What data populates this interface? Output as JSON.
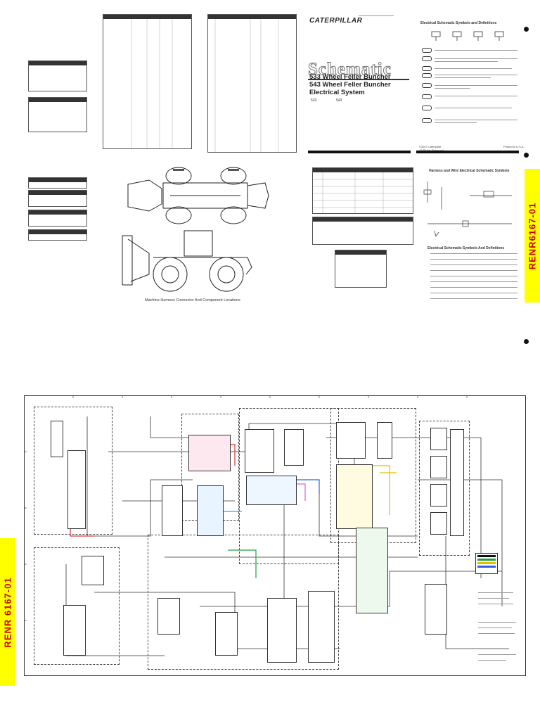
{
  "brand": "CATERPILLAR",
  "schematic_title": "Schematic",
  "machine_lines": [
    "533 Wheel Feller Buncher",
    "543 Wheel Feller Buncher",
    "Electrical System"
  ],
  "doc_number": "RENR6167-01",
  "side_tab_bottom": "RENR 6167-01",
  "symbols_heading": "Electrical Schematic Symbols and Definitions",
  "harness_heading": "Harness and Wire Electrical Schematic Symbols",
  "definitions_heading": "Electrical Schematic Symbols And Definitions",
  "locations_caption": "Machine Harness Connector And Component Locations",
  "copyright": "©2007 Caterpillar\nAll Rights Reserved",
  "printed": "Printed in U.S.A.",
  "serial_labels": [
    "533",
    "543"
  ],
  "colors": {
    "tab_yellow": "#ffff00",
    "tab_text": "#cc0000",
    "wire_red": "#e03030",
    "wire_blue": "#3060e0",
    "wire_green": "#20a040",
    "wire_yellow": "#e0c000",
    "wire_pink": "#e060c0",
    "wire_cyan": "#20b0d0"
  }
}
